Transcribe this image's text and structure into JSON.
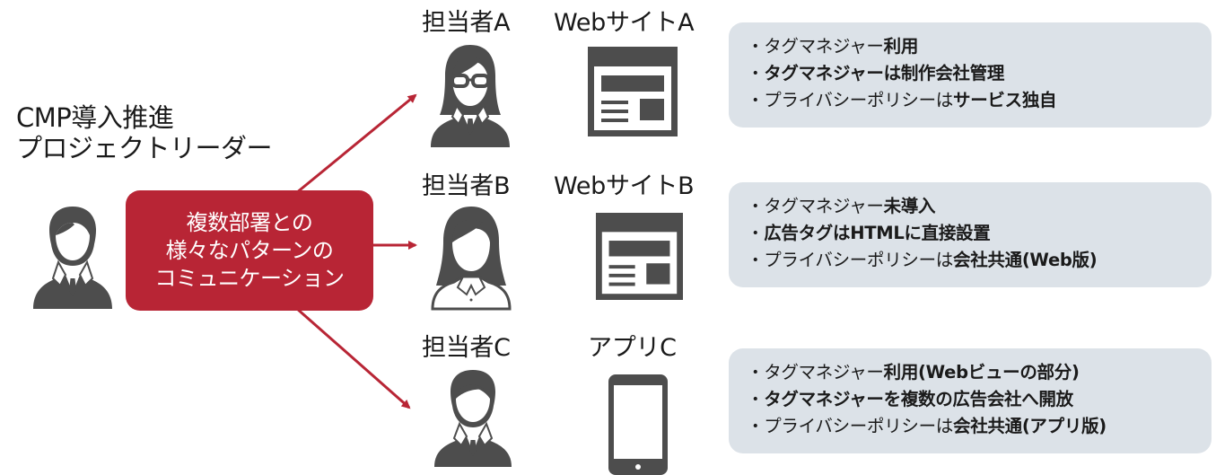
{
  "colors": {
    "accent_red": "#B82535",
    "icon_gray": "#4D4D4D",
    "info_box_bg": "#DCE2E8",
    "text": "#1A1A1A"
  },
  "leader": {
    "title_line1": "CMP導入推進",
    "title_line2": "プロジェクトリーダー",
    "icon": "businessman-icon"
  },
  "hub": {
    "line1": "複数部署との",
    "line2": "様々なパターンの",
    "line3": "コミュニケーション"
  },
  "rows": [
    {
      "person_label": "担当者A",
      "person_icon": "woman-with-glasses-icon",
      "property_label": "WebサイトA",
      "property_icon": "website-icon",
      "lines": [
        {
          "normal": "・タグマネジャー",
          "bold": "利用"
        },
        {
          "normal": "・",
          "bold": "タグマネジャーは制作会社管理"
        },
        {
          "normal": "・プライバシーポリシーは",
          "bold": "サービス独自"
        }
      ]
    },
    {
      "person_label": "担当者B",
      "person_icon": "woman-long-hair-icon",
      "property_label": "WebサイトB",
      "property_icon": "website-icon",
      "lines": [
        {
          "normal": "・タグマネジャー",
          "bold": "未導入"
        },
        {
          "normal": "・",
          "bold": "広告タグはHTMLに直接設置"
        },
        {
          "normal": "・プライバシーポリシーは",
          "bold": "会社共通(Web版)"
        }
      ]
    },
    {
      "person_label": "担当者C",
      "person_icon": "man-icon",
      "property_label": "アプリC",
      "property_icon": "smartphone-icon",
      "lines": [
        {
          "normal": "・タグマネジャー",
          "bold": "利用(Webビューの部分)"
        },
        {
          "normal": "・",
          "bold": "タグマネジャーを複数の広告会社へ開放"
        },
        {
          "normal": "・プライバシーポリシーは",
          "bold": "会社共通(アプリ版)"
        }
      ]
    }
  ]
}
